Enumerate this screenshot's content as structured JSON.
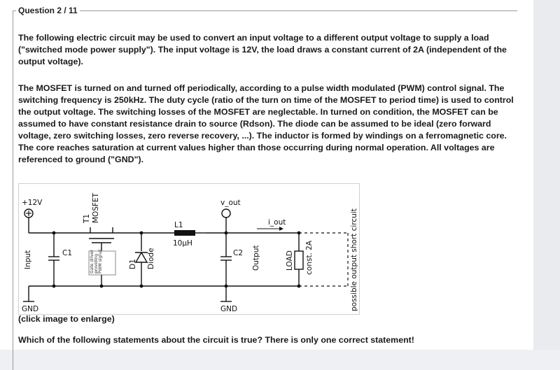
{
  "question": {
    "legend": "Question 2 / 11",
    "paragraph1": "The following electric circuit may be used to convert an input voltage to a different output voltage to supply a load (\"switched mode power supply\"). The input voltage is 12V, the load draws a constant current of 2A (independent of the output voltage).",
    "paragraph2": "The MOSFET is turned on and turned off periodically, according to a pulse width modulated (PWM) control signal. The switching frequency is 250kHz. The duty cycle (ratio of the turn on time of the MOSFET to period time) is used to control the output voltage. The switching losses of the MOSFET are neglectable. In turned on condition, the MOSFET can be assumed to have constant resistance drain to source (Rdson). The diode can be assumed to be ideal (zero forward voltage, zero switching losses, zero reverse recovery, ...). The inductor is formed by windings on a ferromagnetic core. The core reaches saturation at current values higher than those occurring during normal operation. All voltages are referenced to ground (\"GND\").",
    "caption": "(click image to enlarge)",
    "prompt": "Which of the following statements about the circuit is true? There is only one correct statement!"
  },
  "circuit": {
    "plus12v": "+12V",
    "input": "Input",
    "gnd_left": "GND",
    "c1": "C1",
    "t1": "T1",
    "mosfet": "MOSFET",
    "gate_driver_1": "Gate driver",
    "gate_driver_2": "providing",
    "gate_driver_3": "PWM signal",
    "d1": "D1",
    "diode": "Diode",
    "l1": "L1",
    "l1_value": "10µH",
    "v_out": "v_out",
    "c2": "C2",
    "output": "Output",
    "gnd_right": "GND",
    "i_out": "i_out",
    "load": "LOAD",
    "load_const": "const. 2A",
    "short_circuit": "possible output short circuit"
  }
}
